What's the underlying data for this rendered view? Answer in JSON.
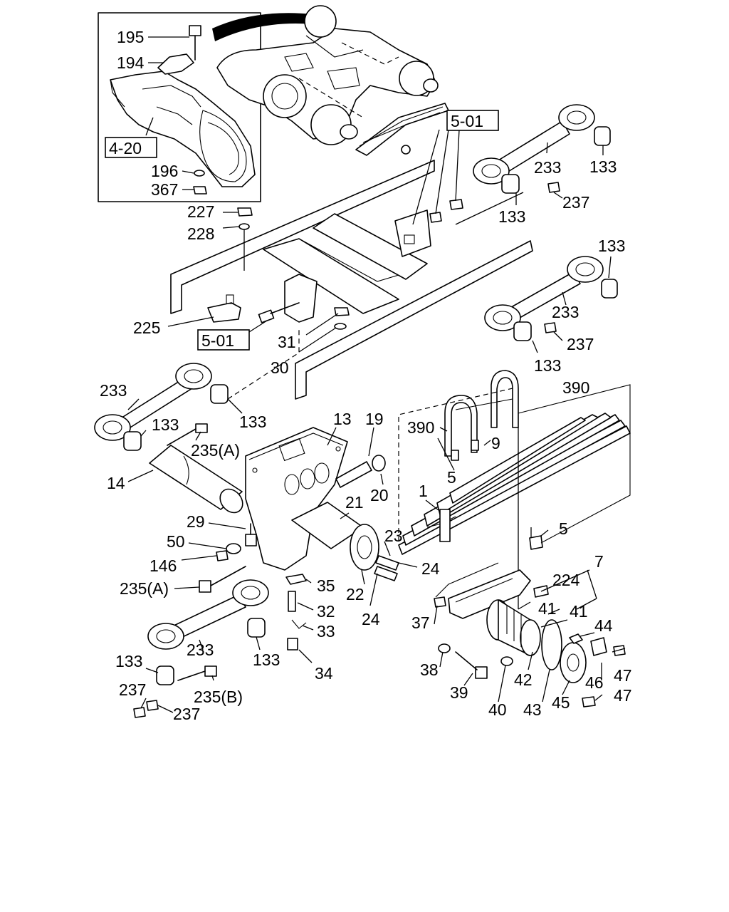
{
  "labels": {
    "l195": "195",
    "l194": "194",
    "l4_20": "4-20",
    "l196": "196",
    "l367": "367",
    "l227": "227",
    "l228": "228",
    "l225": "225",
    "l5_01_a": "5-01",
    "l5_01_b": "5-01",
    "l31": "31",
    "l30": "30",
    "l233_a": "233",
    "l133_a": "133",
    "l133_b": "133",
    "l237_a": "237",
    "l133_c": "133",
    "l233_b": "233",
    "l237_b": "237",
    "l133_d": "133",
    "l233_c": "233",
    "l133_e": "133",
    "l133_f": "133",
    "l235a_a": "235(A)",
    "l14": "14",
    "l13": "13",
    "l19": "19",
    "l20": "20",
    "l21": "21",
    "l390_a": "390",
    "l390_b": "390",
    "l9": "9",
    "l5_a": "5",
    "l1": "1",
    "l5_b": "5",
    "l29": "29",
    "l50": "50",
    "l146": "146",
    "l235a_b": "235(A)",
    "l23": "23",
    "l24_a": "24",
    "l35": "35",
    "l22": "22",
    "l24_b": "24",
    "l32": "32",
    "l33": "33",
    "l34": "34",
    "l233_d": "233",
    "l133_g": "133",
    "l133_h": "133",
    "l235b": "235(B)",
    "l237_c": "237",
    "l237_d": "237",
    "l7": "7",
    "l224": "224",
    "l41_a": "41",
    "l41_b": "41",
    "l37": "37",
    "l44": "44",
    "l38": "38",
    "l39": "39",
    "l40": "40",
    "l42": "42",
    "l43": "43",
    "l45": "45",
    "l46": "46",
    "l47_a": "47",
    "l47_b": "47"
  }
}
